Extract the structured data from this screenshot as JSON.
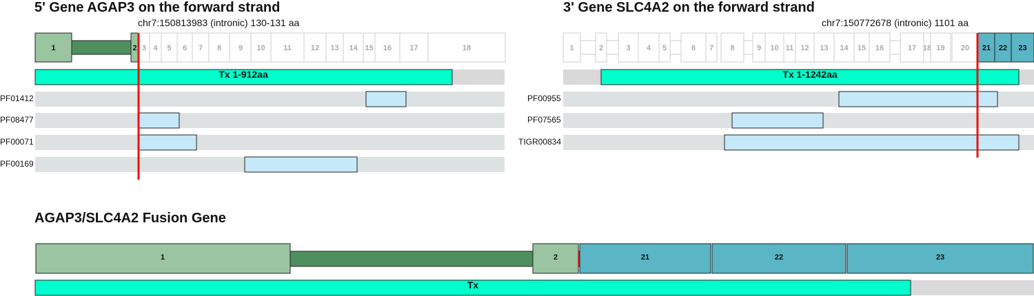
{
  "left": {
    "title": "5' Gene AGAP3 on the forward strand",
    "breakpoint": "chr7:150813983 (intronic) 130-131 aa",
    "tx_label": "Tx 1-912aa",
    "domains": [
      "PF01412",
      "PF08477",
      "PF00071",
      "PF00169"
    ],
    "exons": [
      "1",
      "2",
      "3",
      "4",
      "5",
      "6",
      "7",
      "8",
      "9",
      "10",
      "11",
      "12",
      "13",
      "14",
      "15",
      "16",
      "17",
      "18"
    ]
  },
  "right": {
    "title": "3' Gene SLC4A2 on the forward strand",
    "breakpoint": "chr7:150772678 (intronic) 1101 aa",
    "tx_label": "Tx 1-1242aa",
    "domains": [
      "PF00955",
      "PF07565",
      "TIGR00834"
    ],
    "exons": [
      "1",
      "2",
      "3",
      "4",
      "5",
      "6",
      "7",
      "8",
      "9",
      "10",
      "11",
      "12",
      "13",
      "14",
      "15",
      "16",
      "17",
      "18",
      "19",
      "20",
      "21",
      "22",
      "23"
    ]
  },
  "fusion": {
    "title": "AGAP3/SLC4A2 Fusion Gene",
    "tx_label": "Tx",
    "exons": [
      "1",
      "2",
      "21",
      "22",
      "23"
    ]
  },
  "colors": {
    "five_prime_exon": "#9bc4a1",
    "five_prime_intron": "#4e8f5d",
    "three_prime_exon": "#5ab5c4",
    "tx": "#00ffcc",
    "domain": "#c6e9f9",
    "track": "#dde1e1",
    "breakpoint": "#ee1111",
    "inactive_exon_text": "#aaaaaa"
  }
}
